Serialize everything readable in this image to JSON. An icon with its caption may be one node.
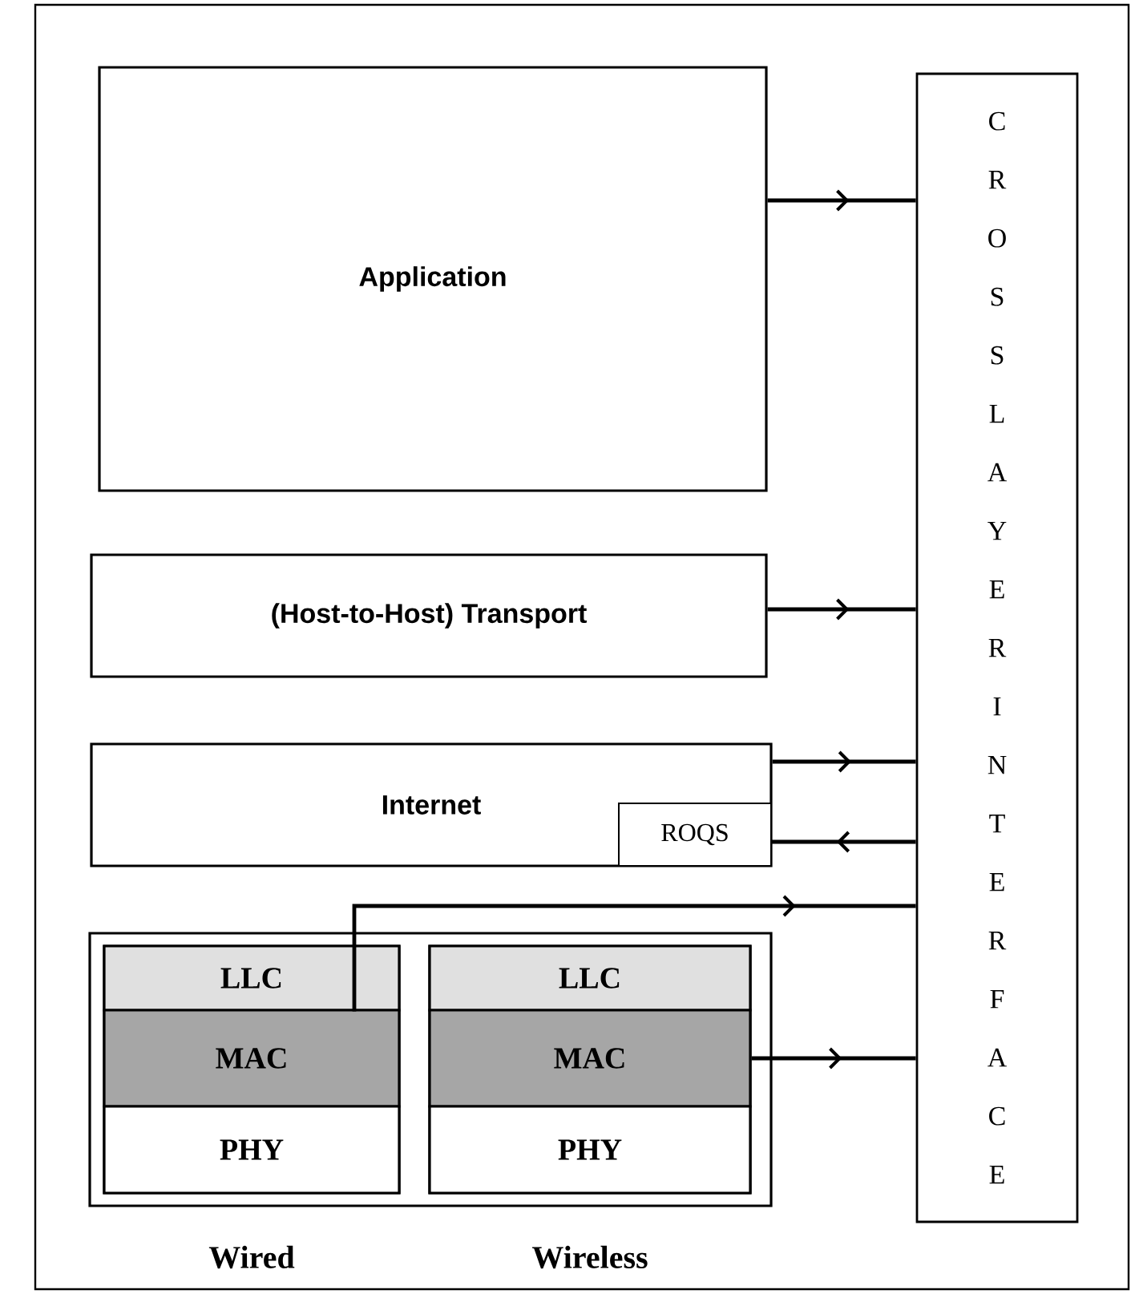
{
  "diagram": {
    "nodes": [
      {
        "text": [
          "Application"
        ]
      },
      {
        "text": [
          "(Host-to-Host) Transport"
        ]
      },
      {
        "text": [
          "Internet"
        ]
      },
      {
        "text": [
          "ROQS"
        ],
        "in": 2
      },
      {
        "text": [],
        "shape": "box"
      },
      {
        "text": [],
        "shape": "box",
        "in": 4,
        "beside": [
          "Wired"
        ]
      },
      {
        "text": [
          "LLC"
        ],
        "in": 5
      },
      {
        "text": [
          "MAC"
        ],
        "in": 5
      },
      {
        "text": [
          "PHY"
        ],
        "in": 5
      },
      {
        "text": [],
        "shape": "box",
        "in": 4,
        "beside": [
          "Wireless"
        ]
      },
      {
        "text": [
          "LLC"
        ],
        "in": 9
      },
      {
        "text": [
          "MAC"
        ],
        "in": 9
      },
      {
        "text": [
          "PHY"
        ],
        "in": 9
      },
      {
        "text": [
          "CROSSLAYERINTERFACE"
        ]
      }
    ],
    "edges": [
      {
        "from": 0,
        "to": 13,
        "arrow": "to"
      },
      {
        "from": 1,
        "to": 13,
        "arrow": "to"
      },
      {
        "from": 2,
        "to": 13,
        "arrow": "to"
      },
      {
        "from": 13,
        "to": 3,
        "arrow": "to"
      },
      {
        "from": 6,
        "to": 13,
        "arrow": "to"
      },
      {
        "from": 11,
        "to": 13,
        "arrow": "to"
      }
    ]
  }
}
